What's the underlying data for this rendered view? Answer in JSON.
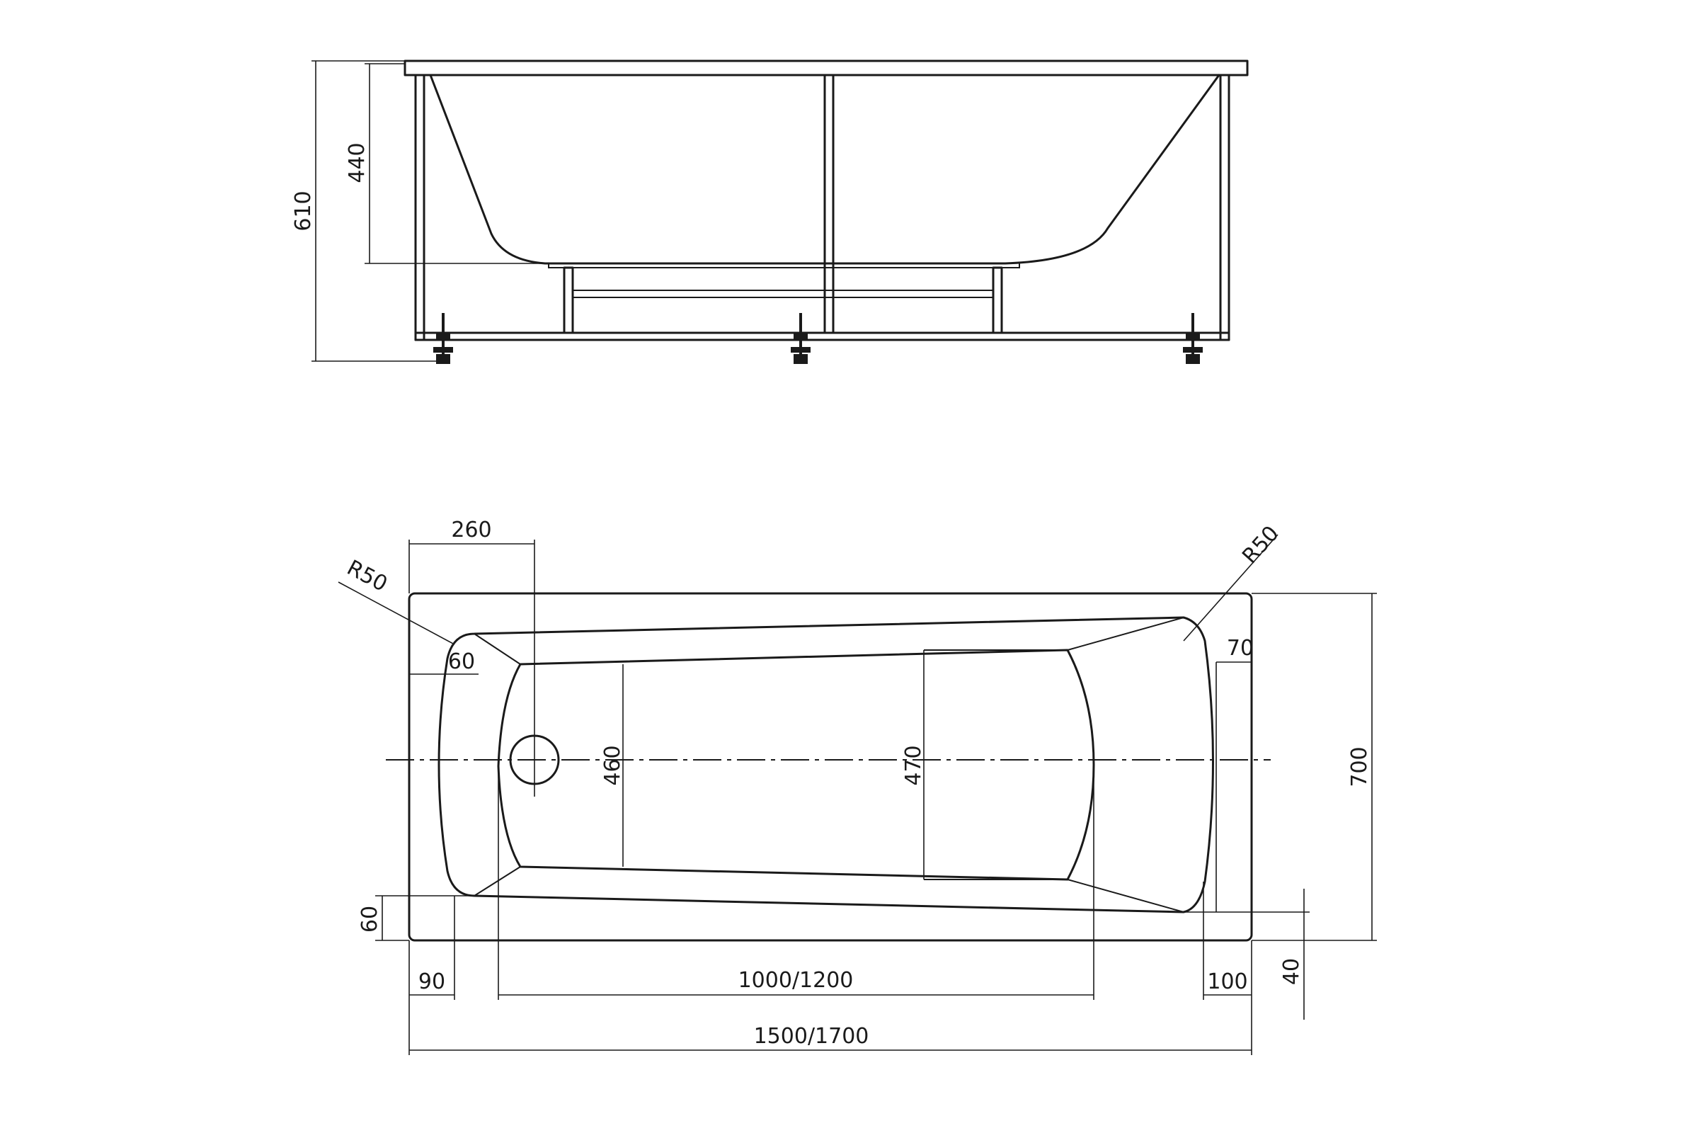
{
  "side_view": {
    "dims": {
      "overall_height": "610",
      "depth": "440"
    }
  },
  "top_view": {
    "dims": {
      "drain_offset": "260",
      "radius_left": "R50",
      "radius_right": "R50",
      "head_inset_left": "60",
      "head_inset_right": "70",
      "width_narrow_end": "460",
      "width_wide_end": "470",
      "overall_width": "700",
      "rim_bottom_left": "60",
      "rim_left": "90",
      "bottom_length": "1000/1200",
      "rim_right": "100",
      "rim_bottom_right": "40",
      "overall_length": "1500/1700"
    }
  }
}
